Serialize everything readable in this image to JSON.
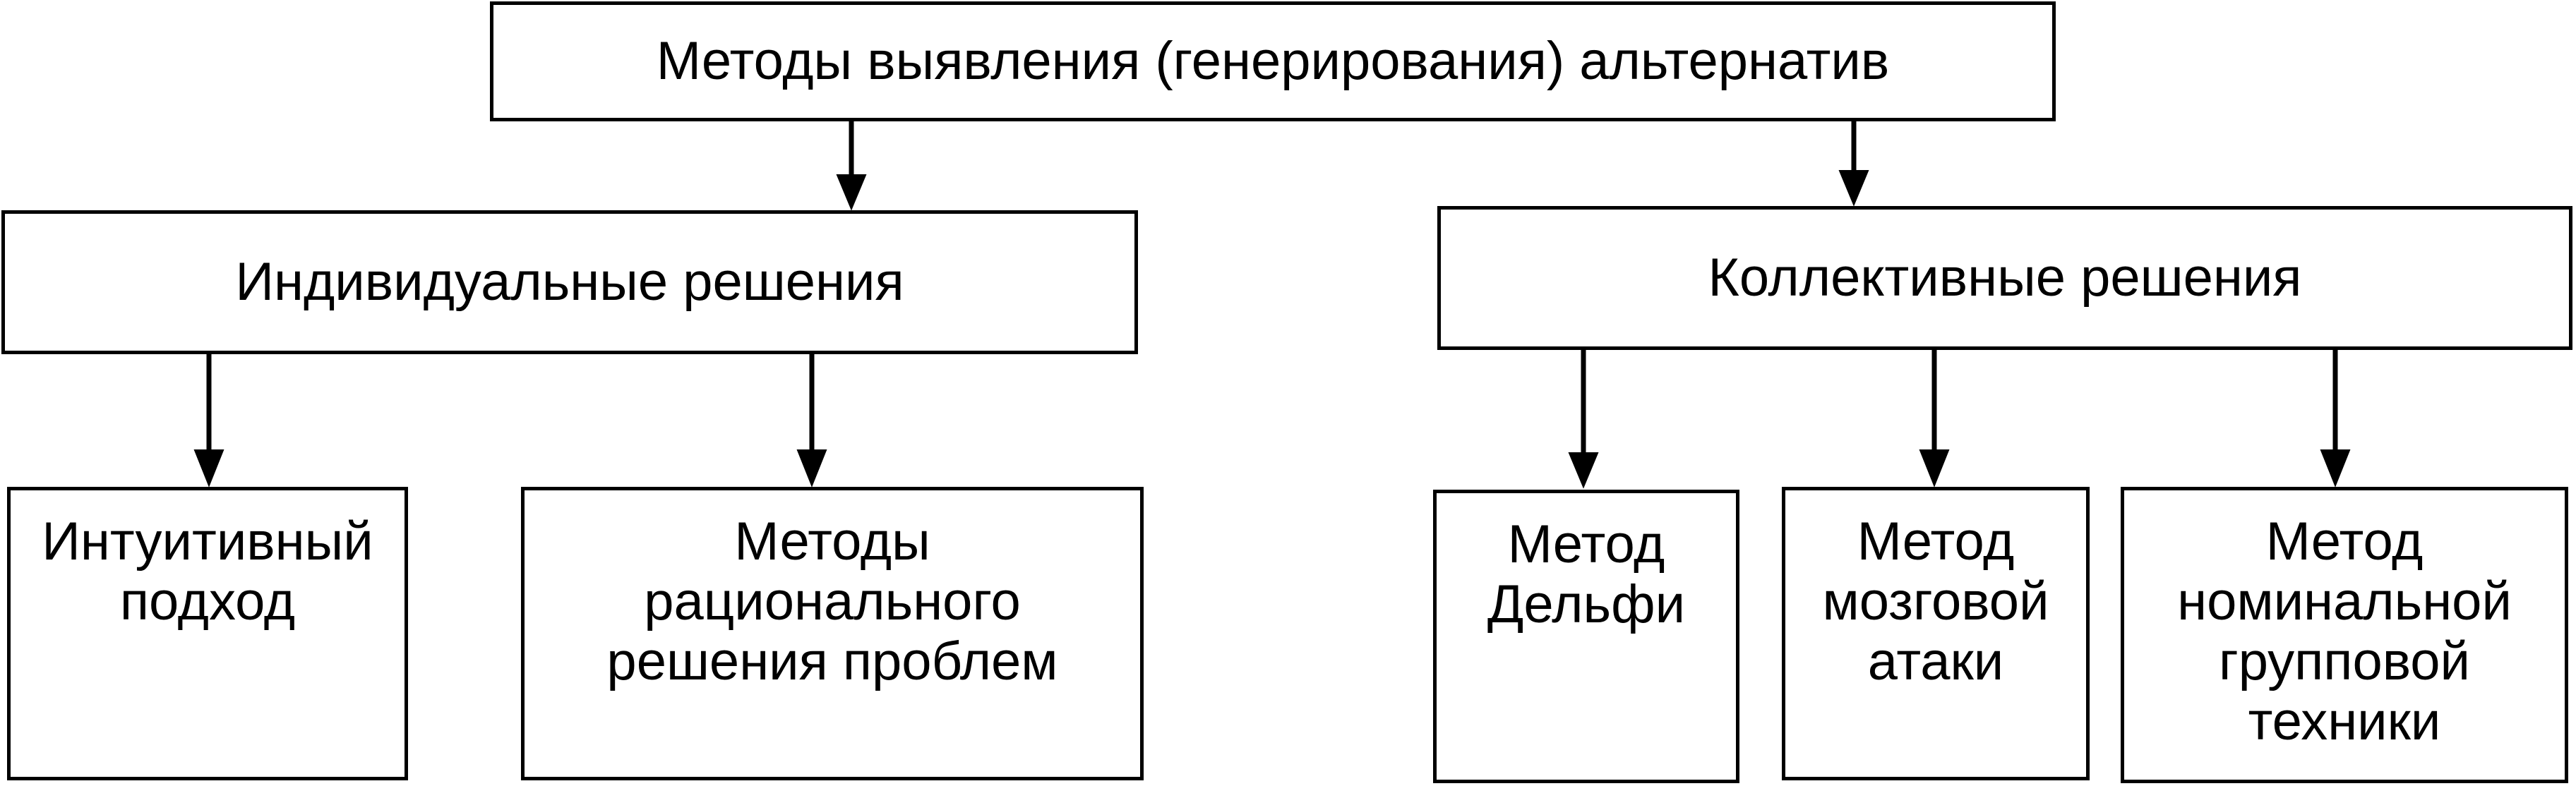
{
  "root": {
    "label": "Методы выявления (генерирования) альтернатив"
  },
  "branches": {
    "individual": {
      "label": "Индивидуальные решения",
      "children": [
        {
          "label": "Интуитивный подход"
        },
        {
          "label": "Методы рационального решения проблем"
        }
      ]
    },
    "collective": {
      "label": "Коллективные решения",
      "children": [
        {
          "label": "Метод Дельфи"
        },
        {
          "label": "Метод мозговой атаки"
        },
        {
          "label": "Метод номинальной групповой техники"
        }
      ]
    }
  }
}
